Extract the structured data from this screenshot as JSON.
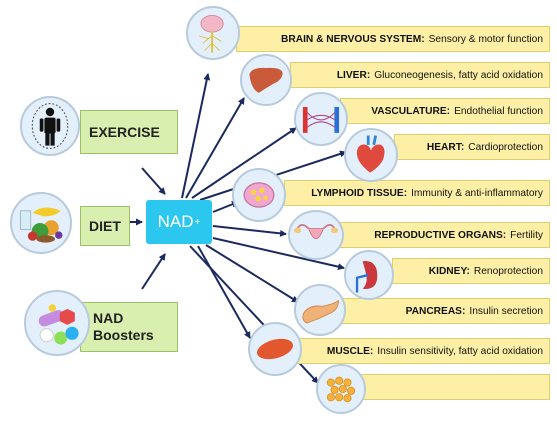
{
  "hub": {
    "label": "NAD",
    "superscript": "+"
  },
  "inputs": [
    {
      "label": "EXERCISE",
      "icon": "jump-rope-person-icon"
    },
    {
      "label": "DIET",
      "icon": "food-icon"
    },
    {
      "label": "NAD",
      "label2": "Boosters",
      "icon": "pills-icon"
    }
  ],
  "targets": [
    {
      "organ": "BRAIN & NERVOUS SYSTEM:",
      "effect": "Sensory & motor function",
      "icon": "brain-icon"
    },
    {
      "organ": "LIVER:",
      "effect": "Gluconeogenesis, fatty acid oxidation",
      "icon": "liver-icon"
    },
    {
      "organ": "VASCULATURE:",
      "effect": "Endothelial function",
      "icon": "blood-vessel-icon"
    },
    {
      "organ": "HEART:",
      "effect": "Cardioprotection",
      "icon": "heart-icon"
    },
    {
      "organ": "LYMPHOID TISSUE:",
      "effect": "Immunity & anti-inflammatory",
      "icon": "lymph-node-icon"
    },
    {
      "organ": "REPRODUCTIVE ORGANS:",
      "effect": "Fertility",
      "icon": "uterus-icon"
    },
    {
      "organ": "KIDNEY:",
      "effect": "Renoprotection",
      "icon": "kidney-icon"
    },
    {
      "organ": "PANCREAS:",
      "effect": "Insulin secretion",
      "icon": "pancreas-icon"
    },
    {
      "organ": "MUSCLE:",
      "effect": "Insulin sensitivity, fatty acid oxidation",
      "icon": "muscle-icon"
    },
    {
      "organ": "",
      "effect": "",
      "icon": "adipose-tissue-icon"
    }
  ]
}
